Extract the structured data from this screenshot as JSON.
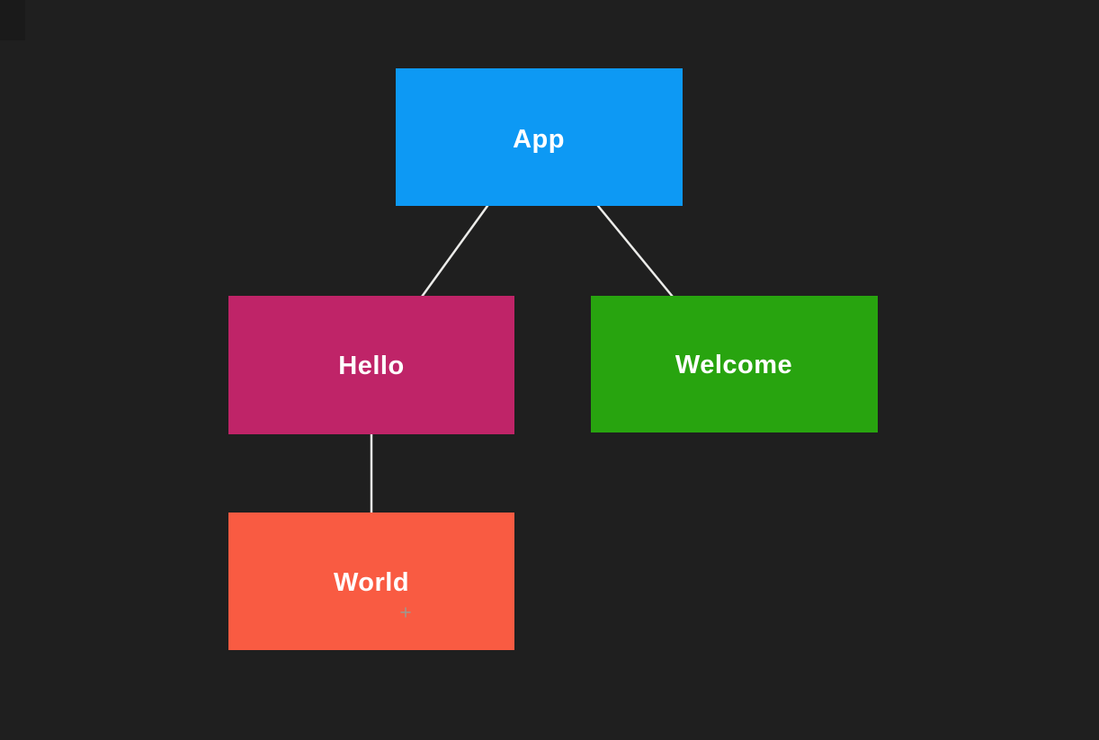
{
  "canvas": {
    "background": "#1f1f1f",
    "corner_patch_color": "#1a1a1a",
    "edge_color": "#ebebe9",
    "text_color": "#ffffff"
  },
  "nodes": {
    "app": {
      "label": "App",
      "color": "#0d99f4"
    },
    "hello": {
      "label": "Hello",
      "color": "#bf2468"
    },
    "welcome": {
      "label": "Welcome",
      "color": "#28a40f"
    },
    "world": {
      "label": "World",
      "color": "#f95b42"
    }
  },
  "edges": [
    {
      "from": "app",
      "to": "hello"
    },
    {
      "from": "app",
      "to": "welcome"
    },
    {
      "from": "hello",
      "to": "world"
    }
  ],
  "cursor": {
    "type": "crosshair",
    "color": "#9a9a90"
  }
}
